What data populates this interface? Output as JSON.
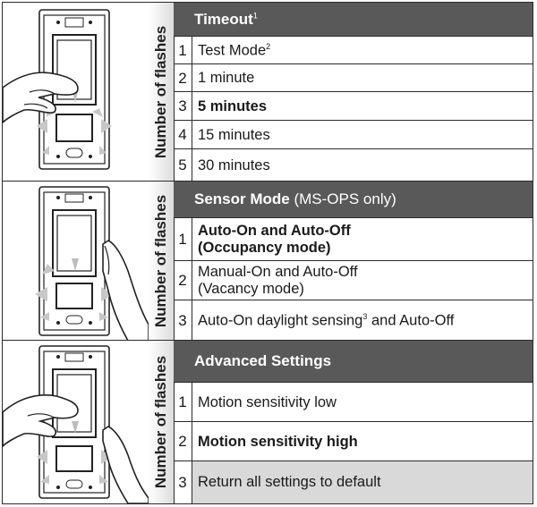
{
  "side_label": "Number of flashes",
  "sections": [
    {
      "header": {
        "title": "Timeout",
        "title_sup": "1",
        "title_suffix": ""
      },
      "rows": [
        {
          "num": "1",
          "text": "Test Mode",
          "sup": "2",
          "suffix": ""
        },
        {
          "num": "2",
          "text": "1 minute",
          "sup": "",
          "suffix": ""
        },
        {
          "num": "3",
          "text": "5 minutes",
          "sup": "",
          "suffix": ""
        },
        {
          "num": "4",
          "text": "15 minutes",
          "sup": "",
          "suffix": ""
        },
        {
          "num": "5",
          "text": "30 minutes",
          "sup": "",
          "suffix": ""
        }
      ]
    },
    {
      "header": {
        "title": "Sensor Mode",
        "title_sup": "",
        "title_suffix": " (MS-OPS only)"
      },
      "rows": [
        {
          "num": "1",
          "text": "Auto-On and Auto-Off",
          "line2": "(Occupancy mode)"
        },
        {
          "num": "2",
          "text": "Manual-On and Auto-Off",
          "line2": "(Vacancy mode)"
        },
        {
          "num": "3",
          "text": "Auto-On daylight sensing",
          "sup": "3",
          "suffix": " and Auto-Off"
        }
      ]
    },
    {
      "header": {
        "title": "Advanced Settings",
        "title_sup": "",
        "title_suffix": ""
      },
      "rows": [
        {
          "num": "1",
          "text": "Motion sensitivity low"
        },
        {
          "num": "2",
          "text": "Motion sensitivity high"
        },
        {
          "num": "3",
          "text": "Return all settings to default"
        }
      ]
    }
  ]
}
